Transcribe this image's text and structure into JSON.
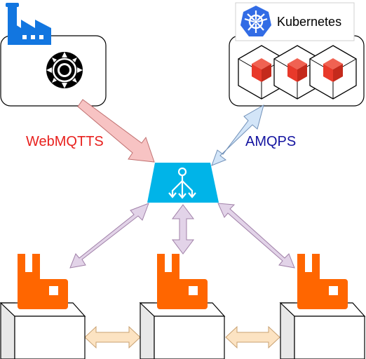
{
  "labels": {
    "webmqtts": "WebMQTTS",
    "amqps": "AMQPS",
    "kubernetes": "Kubernetes"
  },
  "colors": {
    "webmqtts_text": "#e8211e",
    "amqps_text": "#1414a0",
    "webmqtts_arrow": "#f7c3c3",
    "amqps_arrow": "#d3e5f8",
    "broker_arrow": "#e2d3e8",
    "cluster_arrow": "#fce3c2",
    "load_balancer": "#00b4e8",
    "rabbitmq": "#ff6600",
    "factory": "#1276e0",
    "kubernetes_logo": "#326ce5",
    "pod_cube": "#e8392a"
  },
  "icons": {
    "factory": "factory-icon",
    "gear": "gear-icon",
    "kubernetes": "kubernetes-logo-icon",
    "pods": "cube-icon",
    "load_balancer": "load-balancer-icon",
    "rabbitmq": "rabbitmq-logo-icon",
    "server": "server-box-icon"
  }
}
